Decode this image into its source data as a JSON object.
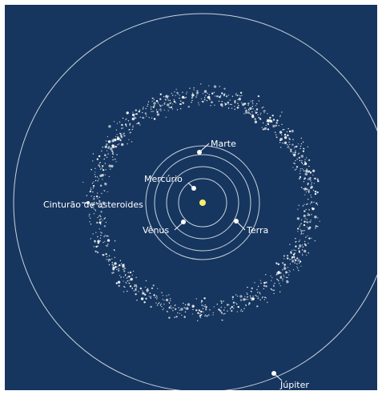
{
  "colors": {
    "background": "#16365f",
    "orbit": "#c9d3df",
    "sun": "#f5ee6b",
    "planet": "#ffffff",
    "asteroid": "#ffffff",
    "label": "#ffffff"
  },
  "labels": {
    "marte": "Marte",
    "mercurio": "Mercúrio",
    "venus": "Vênus",
    "terra": "Terra",
    "asteroides": "Cinturão de asteroides",
    "jupiter": "Júpiter"
  }
}
